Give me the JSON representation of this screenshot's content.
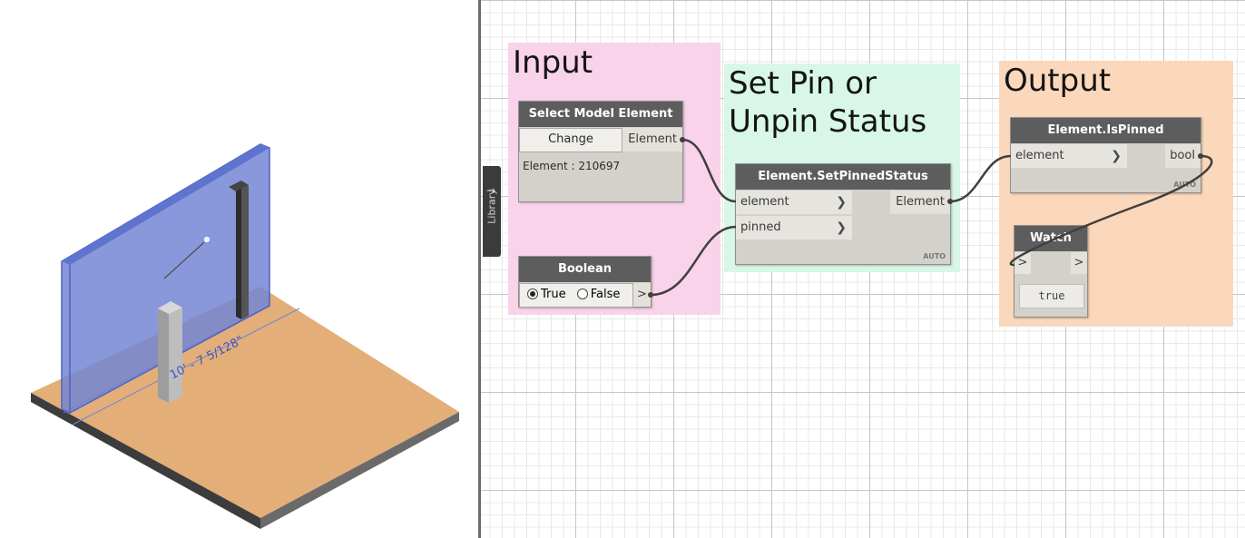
{
  "left_viewport": {
    "dimension_label": "10' - 7 5/128\""
  },
  "library_tab": {
    "label": "Library",
    "arrow": "→"
  },
  "groups": [
    {
      "id": "input",
      "title": "Input",
      "color": "#f9d3ea"
    },
    {
      "id": "set-pin",
      "title_line1": "Set Pin or",
      "title_line2": "Unpin Status",
      "color": "#d8f7e8"
    },
    {
      "id": "output",
      "title": "Output",
      "color": "#fbd8bb"
    }
  ],
  "nodes": {
    "select_model_element": {
      "title": "Select Model Element",
      "button_label": "Change",
      "output_port": "Element",
      "info": "Element : 210697"
    },
    "boolean": {
      "title": "Boolean",
      "option_true": "True",
      "option_false": "False",
      "selected": "True",
      "output_port": ">"
    },
    "set_pinned_status": {
      "title": "Element.SetPinnedStatus",
      "input_ports": [
        "element",
        "pinned"
      ],
      "output_port": "Element",
      "lacing": "AUTO"
    },
    "is_pinned": {
      "title": "Element.IsPinned",
      "input_port": "element",
      "output_port": "bool",
      "lacing": "AUTO"
    },
    "watch": {
      "title": "Watch",
      "input_port": ">",
      "output_port": ">",
      "value": "true"
    }
  },
  "chevron": "❯"
}
